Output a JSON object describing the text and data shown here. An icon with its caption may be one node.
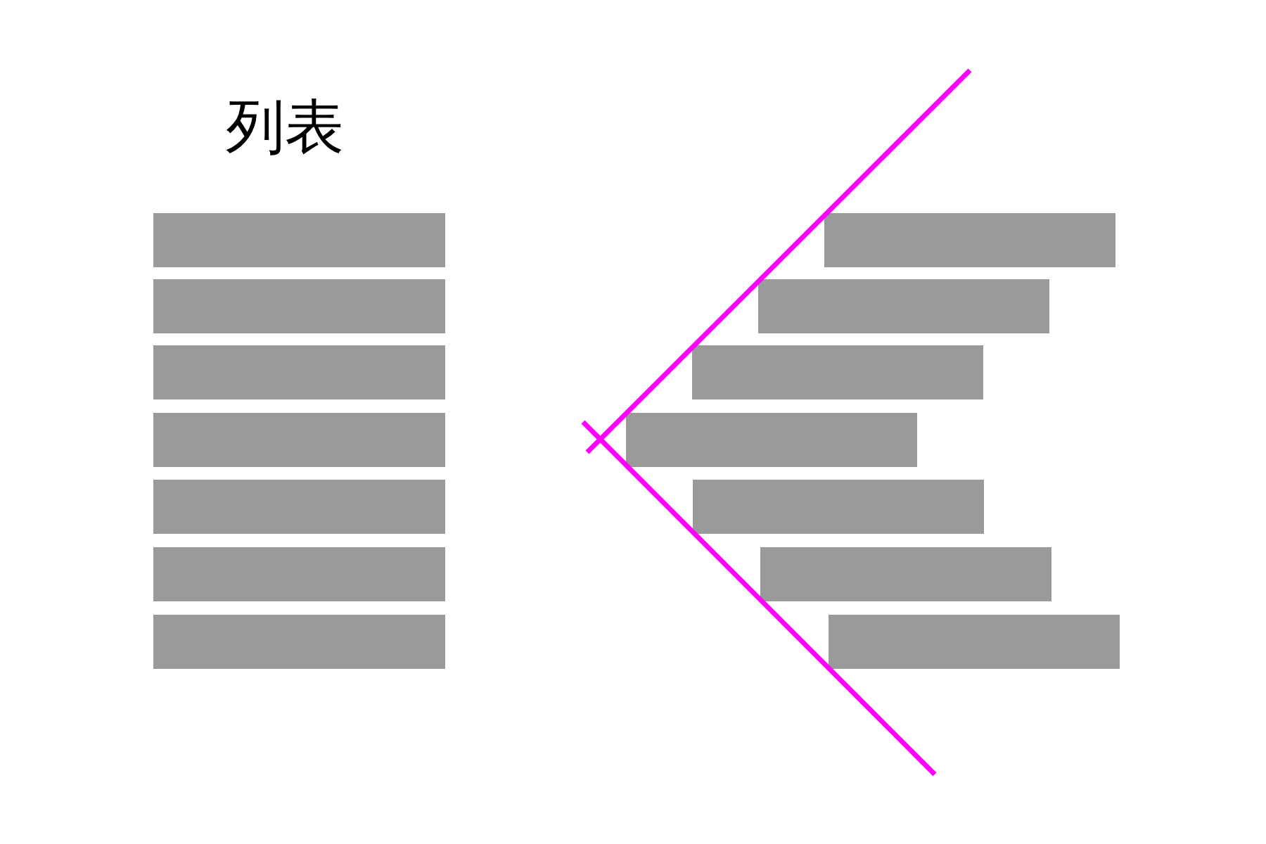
{
  "diagram": {
    "title": "列表",
    "nodes": [
      {
        "text": [],
        "shape": "bar"
      },
      {
        "text": [],
        "shape": "bar"
      },
      {
        "text": [],
        "shape": "bar"
      },
      {
        "text": [],
        "shape": "bar"
      },
      {
        "text": [],
        "shape": "bar"
      },
      {
        "text": [],
        "shape": "bar"
      },
      {
        "text": [],
        "shape": "bar"
      },
      {
        "text": [],
        "shape": "bar"
      },
      {
        "text": [],
        "shape": "bar"
      },
      {
        "text": [],
        "shape": "bar"
      },
      {
        "text": [],
        "shape": "bar"
      },
      {
        "text": [],
        "shape": "bar"
      },
      {
        "text": [],
        "shape": "bar"
      },
      {
        "text": [],
        "shape": "bar"
      }
    ],
    "edges": []
  }
}
